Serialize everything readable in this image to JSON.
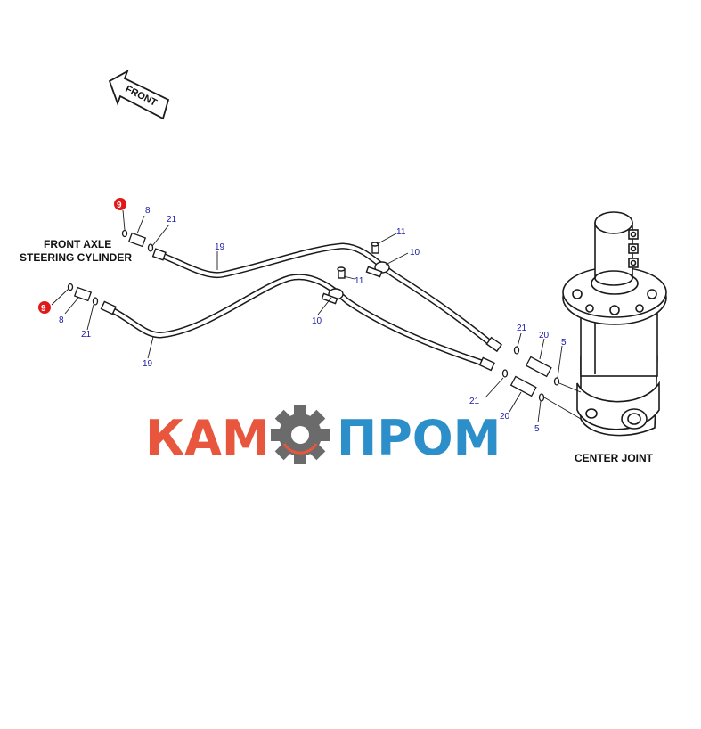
{
  "direction_arrow": {
    "label": "FRONT"
  },
  "captions": {
    "front_axle_line1": "FRONT AXLE",
    "front_axle_line2": "STEERING CYLINDER",
    "center_joint": "CENTER JOINT"
  },
  "logo": {
    "left_word": "КАМ",
    "right_word": "ПРОМ",
    "left_color": "#e8563e",
    "right_color": "#2c8fc9",
    "gear_color": "#6b6b6b"
  },
  "callouts": {
    "c9a": "9",
    "c8a": "8",
    "c21a": "21",
    "c19a": "19",
    "c11a": "11",
    "c10a": "10",
    "c11b": "11",
    "c10b": "10",
    "c9b": "9",
    "c8b": "8",
    "c21b": "21",
    "c19b": "19",
    "c21c": "21",
    "c20a": "20",
    "c5a": "5",
    "c21d": "21",
    "c20b": "20",
    "c5b": "5"
  },
  "colors": {
    "callout_text": "#1a1aa6",
    "highlight_badge": "#e01818",
    "line_art": "#1a1a1a"
  }
}
